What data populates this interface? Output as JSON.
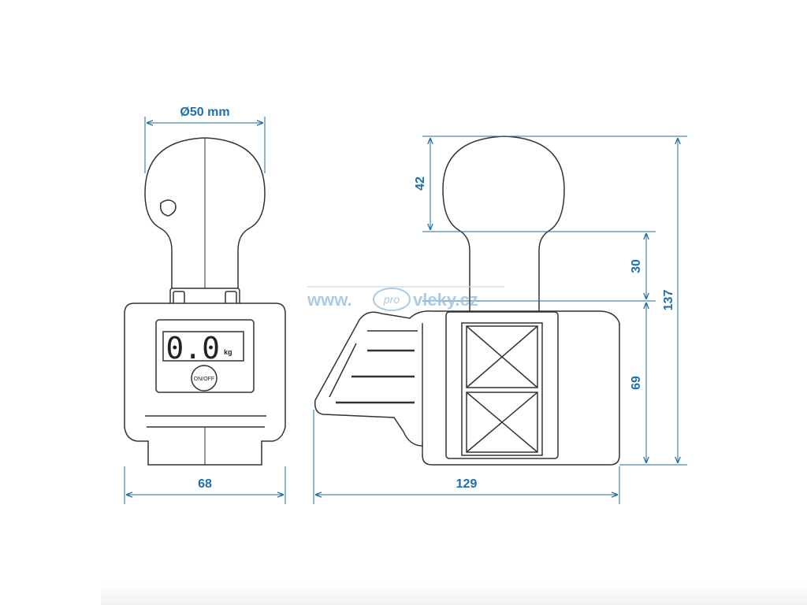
{
  "colors": {
    "dimension_blue": "#1f6fa8",
    "outline": "#333333",
    "watermark": "#9ec3de"
  },
  "dimensions": {
    "front_ball_diameter": "Ø50 mm",
    "front_width": "68",
    "side_length": "129",
    "side_ball_height": "42",
    "side_neck_height": "30",
    "side_body_height": "69",
    "side_total_height": "137"
  },
  "display": {
    "reading": "0.0",
    "unit": "kg",
    "button_label": "ON/OFF"
  },
  "watermark": {
    "prefix": "www.",
    "pro": "pro",
    "suffix": "vleky.cz"
  }
}
